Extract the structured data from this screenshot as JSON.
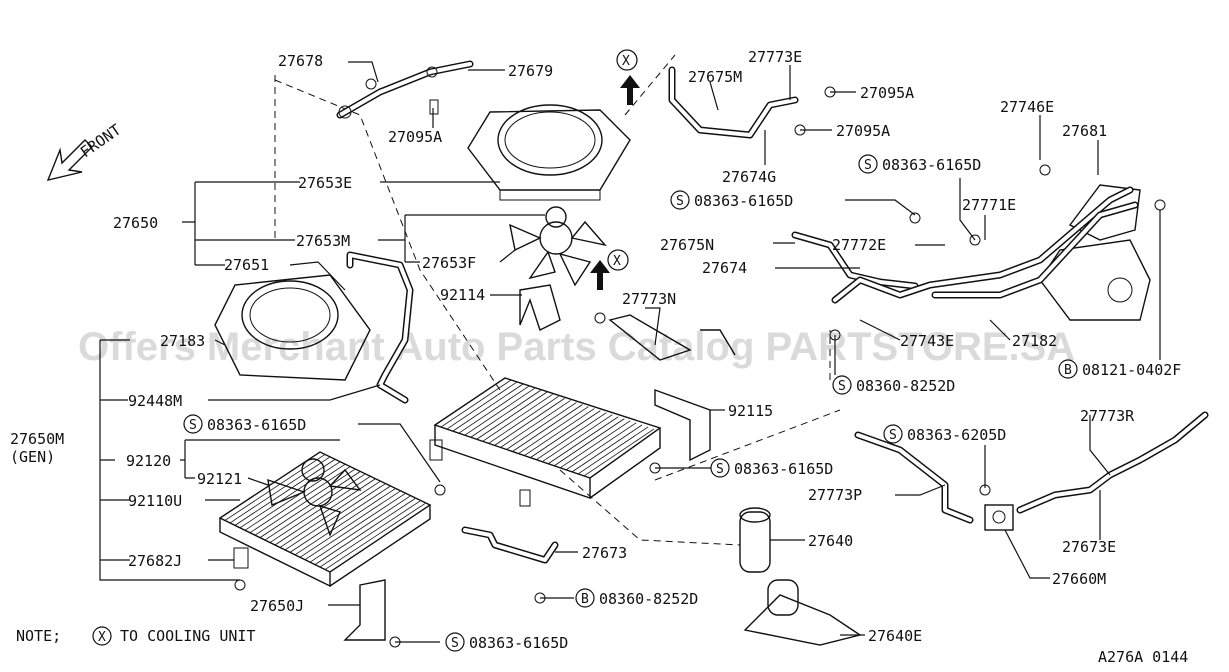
{
  "watermark": "Offers Merchant Auto Parts Catalog PARTSTORE.SA",
  "front_label": "FRONT",
  "note": {
    "prefix": "NOTE;",
    "symbol": "X",
    "text": "TO COOLING UNIT"
  },
  "diagram_code": "A276A 0144",
  "symbols": {
    "s": "S",
    "b": "B",
    "x": "X"
  },
  "labels": {
    "p27678": "27678",
    "p27679": "27679",
    "p27095A_1": "27095A",
    "p27095A_2": "27095A",
    "p27095A_3": "27095A",
    "p27773E": "27773E",
    "p27675M": "27675M",
    "p27674G": "27674G",
    "p27746E": "27746E",
    "p27681": "27681",
    "p08363_6165D_1": "08363-6165D",
    "p08363_6165D_2": "08363-6165D",
    "p08363_6165D_3": "08363-6165D",
    "p08363_6165D_4": "08363-6165D",
    "p08363_6165D_5": "08363-6165D",
    "p27771E": "27771E",
    "p27653E": "27653E",
    "p27650": "27650",
    "p27653M": "27653M",
    "p27653F": "27653F",
    "p27651": "27651",
    "p27675N": "27675N",
    "p27772E": "27772E",
    "p27674": "27674",
    "p92114": "92114",
    "p27773N": "27773N",
    "p27183": "27183",
    "p27743E": "27743E",
    "p27182": "27182",
    "p08121_0402F": "08121-0402F",
    "p08360_8252D_1": "08360-8252D",
    "p08360_8252D_2": "08360-8252D",
    "p92448M": "92448M",
    "p92115": "92115",
    "p27650M": "27650M",
    "p_gen": "(GEN)",
    "p92120": "92120",
    "p92121": "92121",
    "p92110U": "92110U",
    "p27773R": "27773R",
    "p08363_6205D": "08363-6205D",
    "p27773P": "27773P",
    "p27640": "27640",
    "p27673E": "27673E",
    "p27673": "27673",
    "p27682J": "27682J",
    "p27660M": "27660M",
    "p27650J": "27650J",
    "p27640E": "27640E"
  }
}
